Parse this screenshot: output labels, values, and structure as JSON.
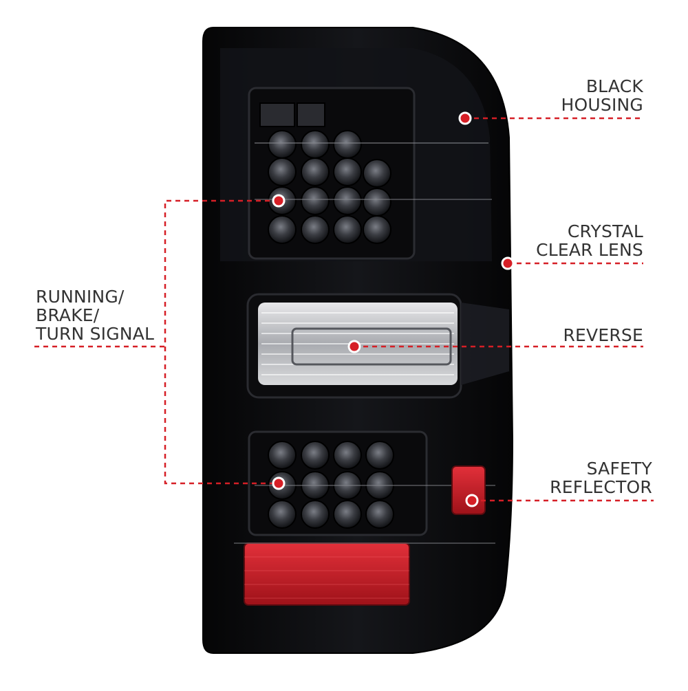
{
  "colors": {
    "background": "#ffffff",
    "callout_line": "#d61f26",
    "callout_dot": "#d61f26",
    "label_text": "#333333",
    "housing": "#0b0b0d",
    "reflector": "#d1202a"
  },
  "callouts": {
    "black_housing": {
      "lines": [
        "BLACK",
        "HOUSING"
      ]
    },
    "crystal_clear_lens": {
      "lines": [
        "CRYSTAL",
        "CLEAR LENS"
      ]
    },
    "reverse": {
      "lines": [
        "REVERSE"
      ]
    },
    "safety_reflector": {
      "lines": [
        "SAFETY",
        "REFLECTOR"
      ]
    },
    "running_brake_turn": {
      "lines": [
        "RUNNING/",
        "BRAKE/",
        "TURN SIGNAL"
      ]
    }
  }
}
